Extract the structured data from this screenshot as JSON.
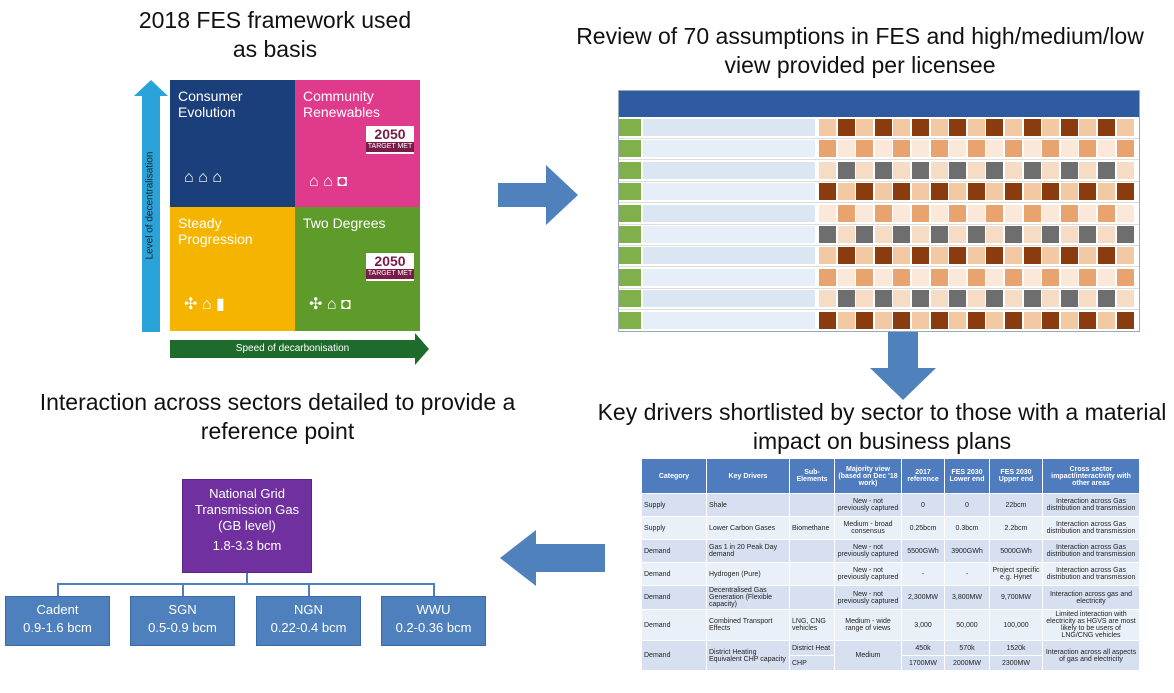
{
  "headings": {
    "fes": "2018 FES framework used as basis",
    "review": "Review of 70 assumptions in FES and high/medium/low view  provided per licensee",
    "interaction": "Interaction across sectors detailed  to provide a reference point",
    "drivers": "Key drivers shortlisted by sector to those with a material impact on business plans"
  },
  "fes_framework": {
    "quadrants": [
      {
        "label": "Consumer Evolution"
      },
      {
        "label": "Community Renewables",
        "badge_year": "2050",
        "badge_text": "TARGET MET"
      },
      {
        "label": "Steady Progression"
      },
      {
        "label": "Two Degrees",
        "badge_year": "2050",
        "badge_text": "TARGET MET"
      }
    ],
    "y_axis_label": "Level of decentralisation",
    "x_axis_label": "Speed of decarbonisation"
  },
  "org_chart": {
    "root": {
      "line1": "National Grid",
      "line2": "Transmission Gas",
      "line3": "(GB level)",
      "value": "1.8-3.3 bcm"
    },
    "children": [
      {
        "name": "Cadent",
        "value": "0.9-1.6 bcm"
      },
      {
        "name": "SGN",
        "value": "0.5-0.9 bcm"
      },
      {
        "name": "NGN",
        "value": "0.22-0.4 bcm"
      },
      {
        "name": "WWU",
        "value": "0.2-0.36 bcm"
      }
    ]
  },
  "drivers_table": {
    "headers": [
      "Category",
      "Key Drivers",
      "Sub-Elements",
      "Majority view (based on Dec '18 work)",
      "2017 reference",
      "FES 2030 Lower end",
      "FES 2030 Upper end",
      "Cross sector impact/interactivity with other areas"
    ],
    "rows": [
      [
        "Supply",
        "Shale",
        "",
        "New - not previously captured",
        "0",
        "0",
        "22bcm",
        "Interaction across Gas distribution and transmission"
      ],
      [
        "Supply",
        "Lower Carbon Gases",
        "Biomethane",
        "Medium - broad consensus",
        "0.25bcm",
        "0.3bcm",
        "2.2bcm",
        "Interaction across Gas distribution and transmission"
      ],
      [
        "Demand",
        "Gas 1 in 20 Peak Day demand",
        "",
        "New - not previously captured",
        "5500GWh",
        "3900GWh",
        "5000GWh",
        "Interaction across Gas distribution and transmission"
      ],
      [
        "Demand",
        "Hydrogen (Pure)",
        "",
        "New - not previously captured",
        "-",
        "-",
        "Project specific e.g. Hynet",
        "Interaction across Gas distribution and transmission"
      ],
      [
        "Demand",
        "Decentralised Gas Generation (Flexible capacity)",
        "",
        "New - not previously captured",
        "2,300MW",
        "3,800MW",
        "9,700MW",
        "Interaction across gas and electricity"
      ],
      [
        "Demand",
        "Combined Transport Effects",
        "LNG, CNG vehicles",
        "Medium - wide range of views",
        "3,000",
        "50,000",
        "100,000",
        "Limited interaction with electricity as HGVS are most likely to be users of LNG/CNG vehicles"
      ]
    ],
    "last_row": {
      "category": "Demand",
      "driver": "District Heating Equivalent CHP capacity",
      "sub1": "District Heat",
      "sub2": "CHP",
      "view": "Medium",
      "ref1": "450k",
      "low1": "570k",
      "high1": "1520k",
      "ref2": "1700MW",
      "low2": "2000MW",
      "high2": "2300MW",
      "impact": "Interaction across all aspects of gas and electricity"
    }
  },
  "colors": {
    "arrow": "#4f81bd",
    "root": "#7030a0",
    "node": "#4e80bd",
    "table_header": "#4f7bbf"
  }
}
